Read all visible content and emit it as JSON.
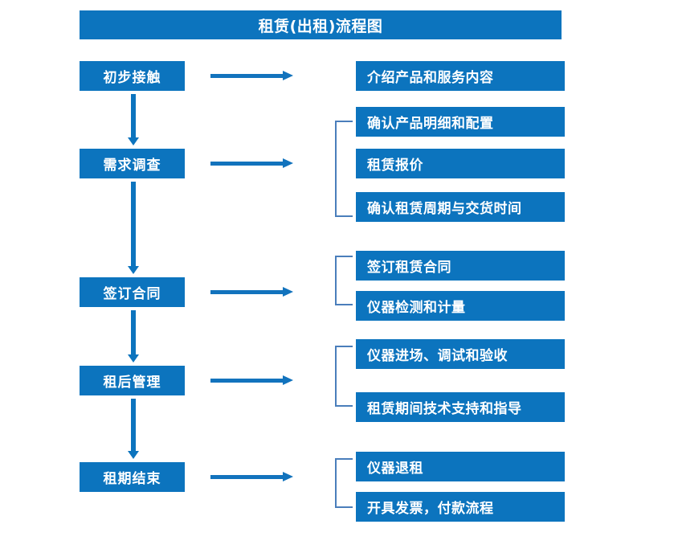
{
  "diagram": {
    "title": "租赁(出租)流程图",
    "accent_color": "#0C74BE",
    "bracket_color": "#4A7EBB",
    "arrow_color": "#1273BD",
    "stages": [
      {
        "label": "初步接触"
      },
      {
        "label": "需求调查"
      },
      {
        "label": "签订合同"
      },
      {
        "label": "租后管理"
      },
      {
        "label": "租期结束"
      }
    ],
    "details": [
      {
        "label": "介绍产品和服务内容"
      },
      {
        "label": "确认产品明细和配置"
      },
      {
        "label": "租赁报价"
      },
      {
        "label": "确认租赁周期与交货时间"
      },
      {
        "label": "签订租赁合同"
      },
      {
        "label": "仪器检测和计量"
      },
      {
        "label": "仪器进场、调试和验收"
      },
      {
        "label": "租赁期间技术支持和指导"
      },
      {
        "label": "仪器退租"
      },
      {
        "label": "开具发票，付款流程"
      }
    ]
  }
}
